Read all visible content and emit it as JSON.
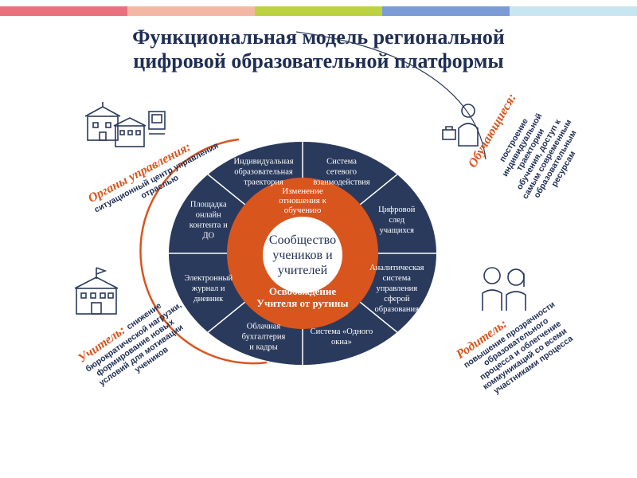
{
  "stripes": [
    "#e9707d",
    "#f4b7a3",
    "#bcd240",
    "#7a9bd4",
    "#c7e6f1"
  ],
  "title": {
    "line1": "Функциональная модель региональной",
    "line2": "цифровой образовательной платформы"
  },
  "colors": {
    "navy": "#2a3a5c",
    "orange": "#d9551e",
    "accent": "#d9551e",
    "text": "#1f2e55"
  },
  "outer_segments": [
    {
      "lines": [
        "Индивидуальная",
        "образовательная",
        "траектория"
      ]
    },
    {
      "lines": [
        "Система",
        "сетевого",
        "взаимодействия"
      ]
    },
    {
      "lines": [
        "Цифровой",
        "след",
        "учащихся"
      ]
    },
    {
      "lines": [
        "Аналитическая",
        "система",
        "управления",
        "сферой",
        "образования"
      ]
    },
    {
      "lines": [
        "Система «Одного",
        "окна»"
      ]
    },
    {
      "lines": [
        "Облачная",
        "бухгалтерия",
        "и кадры"
      ]
    },
    {
      "lines": [
        "Электронный",
        "журнал и",
        "дневник"
      ]
    },
    {
      "lines": [
        "Площадка",
        "онлайн",
        "контента и",
        "ДО"
      ]
    }
  ],
  "inner_ring": {
    "top": [
      "Изменение",
      "отношения к",
      "обучению"
    ],
    "bottom": [
      "Освобождение",
      "Учителя от рутины"
    ]
  },
  "center": [
    "Сообщество",
    "учеников и",
    "учителей"
  ],
  "sides": {
    "management": {
      "head": "Органы управления:",
      "body": [
        "ситуационный центр управления",
        "отраслью"
      ]
    },
    "students": {
      "head": "Обучающиеся:",
      "body": [
        "построение",
        "индивидуальной",
        "траектории",
        "обучения, доступ к",
        "самым современным",
        "образовательным",
        "ресурсам"
      ]
    },
    "teacher": {
      "head": "Учитель:",
      "head_rest": "снижение",
      "body": [
        "бюрократической нагрузки,",
        "формирование новых",
        "условий для мотивации",
        "учеников"
      ]
    },
    "parent": {
      "head": "Родитель:",
      "body": [
        "повышение прозрачности",
        "образовательного",
        "процесса и облегчение",
        "коммуникаций со всеми",
        "участниками процесса"
      ]
    }
  },
  "icons": [
    "buildings-icon",
    "teacher-icon",
    "school-icon",
    "parents-icon"
  ]
}
